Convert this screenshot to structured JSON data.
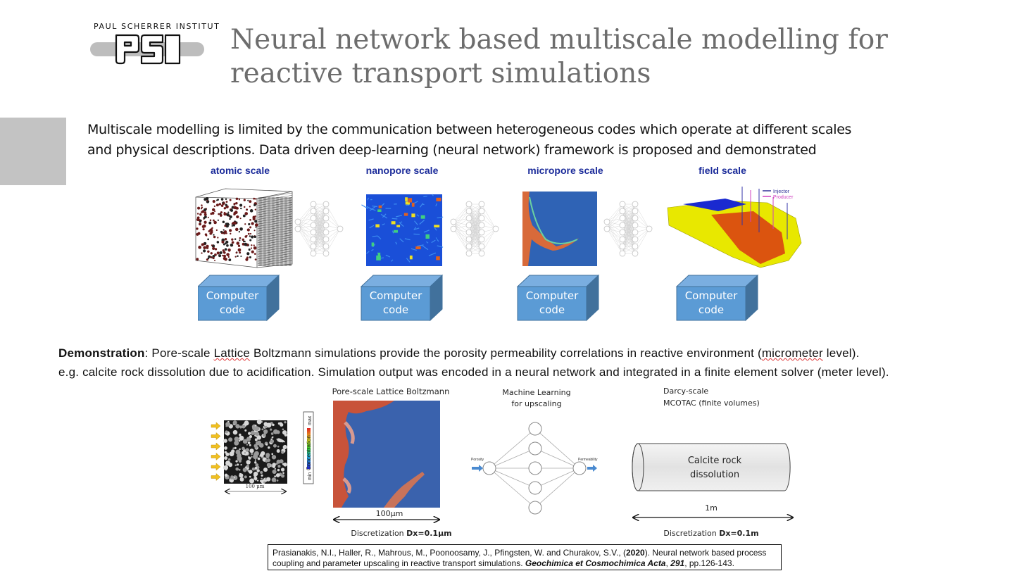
{
  "logo": {
    "institute": "PAUL SCHERRER INSTITUT",
    "mark": "PSI"
  },
  "title": "Neural network based multiscale modelling for reactive transport simulations",
  "intro": {
    "line1": "Multiscale modelling is limited by the communication between heterogeneous codes which operate at different scales",
    "line2": "and physical descriptions. Data driven deep-learning (neural network) framework is proposed and demonstrated"
  },
  "scales": [
    {
      "label": "atomic scale",
      "box": "Computer code"
    },
    {
      "label": "nanopore scale",
      "box": "Computer code"
    },
    {
      "label": "micropore scale",
      "box": "Computer code"
    },
    {
      "label": "field scale",
      "box": "Computer code",
      "legend": [
        "Injector",
        "Producer"
      ]
    }
  ],
  "demo": {
    "bold": "Demonstration",
    "line1_a": ": Pore-scale ",
    "line1_u": "Lattice",
    "line1_b": " Boltzmann simulations provide the porosity permeability correlations in reactive environment (",
    "line1_u2": "micrometer",
    "line1_c": " level).",
    "line2": "e.g. calcite rock dissolution due to acidification. Simulation output was encoded in a neural network and integrated in a finite element solver (meter level)."
  },
  "figure": {
    "rock_scale": "100 µm",
    "colorbar": {
      "title": "Concentration",
      "min": "min",
      "max": "max"
    },
    "lb_title": "Pore-scale Lattice Boltzmann",
    "lb_scale": "100µm",
    "lb_disc_label": "Discretization ",
    "lb_disc_value": "Dx=0.1µm",
    "ml_title1": "Machine Learning",
    "ml_title2": "for upscaling",
    "ml_input": "Porosity",
    "ml_output": "Permeability",
    "darcy_title1": "Darcy-scale",
    "darcy_title2": "MCOTAC (finite volumes)",
    "cylinder_line1": "Calcite rock",
    "cylinder_line2": "dissolution",
    "darcy_scale": "1m",
    "darcy_disc_label": "Discretization ",
    "darcy_disc_value": "Dx=0.1m"
  },
  "citation": {
    "authors": "Prasianakis, N.I., Haller, R., Mahrous, M., Poonoosamy, J., Pfingsten, W. and Churakov, S.V., (",
    "year": "2020",
    "rest1": "). Neural network based process coupling and parameter upscaling in reactive transport simulations. ",
    "journal": "Geochimica et Cosmochimica Acta",
    "sep": ", ",
    "volume": "291",
    "pages": ", pp.126-143."
  },
  "colors": {
    "title": "#6d6d6d",
    "scale_label": "#1b2b9a",
    "box": "#5b9bd5",
    "lb_blue": "#3a62ad",
    "lb_red": "#c8533a"
  }
}
